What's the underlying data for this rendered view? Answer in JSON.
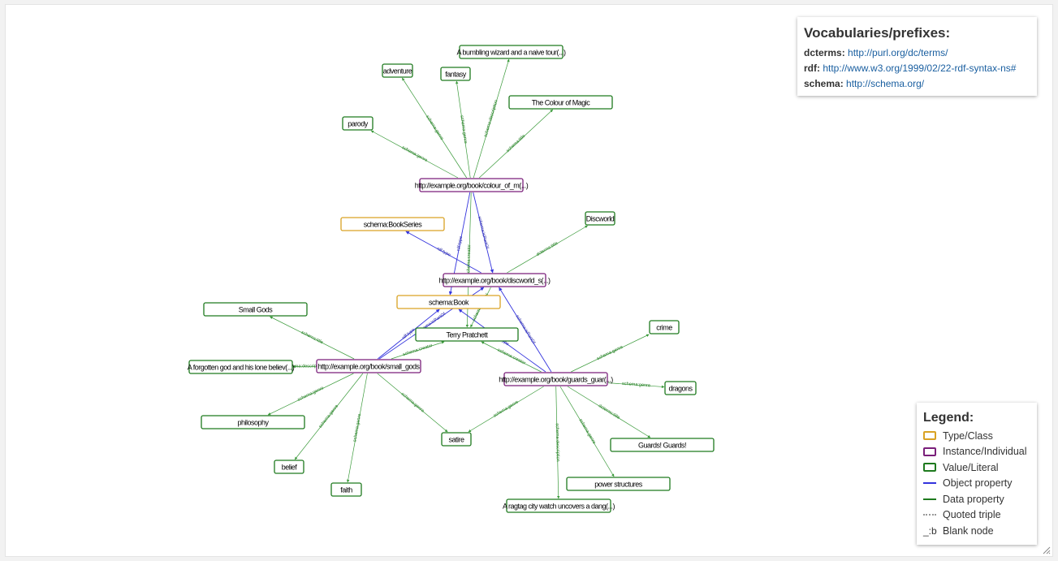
{
  "colors": {
    "type_class": "#d9a224",
    "instance": "#7a1f7a",
    "literal": "#1e7a1e",
    "object_property": "#3333dd",
    "data_property": "#3a9a3a",
    "data_label": "#1e7a1e",
    "object_label": "#3333aa"
  },
  "vocab": {
    "title": "Vocabularies/prefixes:",
    "prefixes": [
      {
        "prefix": "dcterms:",
        "uri": "http://purl.org/dc/terms/"
      },
      {
        "prefix": "rdf:",
        "uri": "http://www.w3.org/1999/02/22-rdf-syntax-ns#"
      },
      {
        "prefix": "schema:",
        "uri": "http://schema.org/"
      }
    ]
  },
  "legend": {
    "title": "Legend:",
    "items": [
      {
        "kind": "type",
        "label": "Type/Class"
      },
      {
        "kind": "instance",
        "label": "Instance/Individual"
      },
      {
        "kind": "literal",
        "label": "Value/Literal"
      },
      {
        "kind": "object",
        "label": "Object property"
      },
      {
        "kind": "data",
        "label": "Data property"
      },
      {
        "kind": "quoted",
        "label": "Quoted triple"
      },
      {
        "kind": "blank",
        "symbol": "_:b",
        "label": "Blank node"
      }
    ]
  },
  "graph": {
    "nodes": [
      {
        "id": "colour",
        "label": "http://example.org/book/colour_of_m(...)",
        "kind": "instance"
      },
      {
        "id": "discworld",
        "label": "http://example.org/book/discworld_s(...)",
        "kind": "instance"
      },
      {
        "id": "smallgods",
        "label": "http://example.org/book/small_gods",
        "kind": "instance"
      },
      {
        "id": "guards",
        "label": "http://example.org/book/guards_guar(...)",
        "kind": "instance"
      },
      {
        "id": "bookseries",
        "label": "schema:BookSeries",
        "kind": "type"
      },
      {
        "id": "book",
        "label": "schema:Book",
        "kind": "type"
      },
      {
        "id": "terry",
        "label": "Terry Pratchett",
        "kind": "literal"
      },
      {
        "id": "bumbling",
        "label": "A bumbling wizard and a naive tour(...)",
        "kind": "literal"
      },
      {
        "id": "adventure",
        "label": "adventure",
        "kind": "literal"
      },
      {
        "id": "fantasy",
        "label": "fantasy",
        "kind": "literal"
      },
      {
        "id": "colourtitle",
        "label": "The Colour of Magic",
        "kind": "literal"
      },
      {
        "id": "parody",
        "label": "parody",
        "kind": "literal"
      },
      {
        "id": "discworldtitle",
        "label": "Discworld",
        "kind": "literal"
      },
      {
        "id": "smallgodstitle",
        "label": "Small Gods",
        "kind": "literal"
      },
      {
        "id": "forgotten",
        "label": "A forgotten god and his lone believ(...)",
        "kind": "literal"
      },
      {
        "id": "philosophy",
        "label": "philosophy",
        "kind": "literal"
      },
      {
        "id": "belief",
        "label": "belief",
        "kind": "literal"
      },
      {
        "id": "faith",
        "label": "faith",
        "kind": "literal"
      },
      {
        "id": "satire",
        "label": "satire",
        "kind": "literal"
      },
      {
        "id": "crime",
        "label": "crime",
        "kind": "literal"
      },
      {
        "id": "dragons",
        "label": "dragons",
        "kind": "literal"
      },
      {
        "id": "guardstitle",
        "label": "Guards! Guards!",
        "kind": "literal"
      },
      {
        "id": "power",
        "label": "power structures",
        "kind": "literal"
      },
      {
        "id": "ragtag",
        "label": "A ragtag city watch uncovers a dang(...)",
        "kind": "literal"
      }
    ],
    "edges": [
      {
        "from": "colour",
        "to": "adventure",
        "label": "schema:genre",
        "kind": "data"
      },
      {
        "from": "colour",
        "to": "fantasy",
        "label": "schema:genre",
        "kind": "data"
      },
      {
        "from": "colour",
        "to": "bumbling",
        "label": "schema:description",
        "kind": "data"
      },
      {
        "from": "colour",
        "to": "colourtitle",
        "label": "schema:title",
        "kind": "data"
      },
      {
        "from": "colour",
        "to": "parody",
        "label": "schema:genre",
        "kind": "data"
      },
      {
        "from": "colour",
        "to": "book",
        "label": "rdf:type",
        "kind": "object"
      },
      {
        "from": "colour",
        "to": "discworld",
        "label": "schema:isPartOf",
        "kind": "object"
      },
      {
        "from": "colour",
        "to": "terry",
        "label": "schema:creator",
        "kind": "data"
      },
      {
        "from": "discworld",
        "to": "bookseries",
        "label": "rdf:type",
        "kind": "object"
      },
      {
        "from": "discworld",
        "to": "discworldtitle",
        "label": "dcterms:title",
        "kind": "data"
      },
      {
        "from": "discworld",
        "to": "terry",
        "label": "schema:creator",
        "kind": "data"
      },
      {
        "from": "smallgods",
        "to": "smallgodstitle",
        "label": "schema:title",
        "kind": "data"
      },
      {
        "from": "smallgods",
        "to": "forgotten",
        "label": "schema:description",
        "kind": "data"
      },
      {
        "from": "smallgods",
        "to": "philosophy",
        "label": "schema:genre",
        "kind": "data"
      },
      {
        "from": "smallgods",
        "to": "belief",
        "label": "schema:genre",
        "kind": "data"
      },
      {
        "from": "smallgods",
        "to": "faith",
        "label": "schema:genre",
        "kind": "data"
      },
      {
        "from": "smallgods",
        "to": "satire",
        "label": "schema:genre",
        "kind": "data"
      },
      {
        "from": "smallgods",
        "to": "terry",
        "label": "schema:creator",
        "kind": "data"
      },
      {
        "from": "smallgods",
        "to": "book",
        "label": "rdf:type",
        "kind": "object"
      },
      {
        "from": "smallgods",
        "to": "discworld",
        "label": "schema:isPartOf",
        "kind": "object"
      },
      {
        "from": "guards",
        "to": "crime",
        "label": "schema:genre",
        "kind": "data"
      },
      {
        "from": "guards",
        "to": "dragons",
        "label": "schema:genre",
        "kind": "data"
      },
      {
        "from": "guards",
        "to": "guardstitle",
        "label": "dcterms:title",
        "kind": "data"
      },
      {
        "from": "guards",
        "to": "power",
        "label": "schema:genre",
        "kind": "data"
      },
      {
        "from": "guards",
        "to": "ragtag",
        "label": "schema:description",
        "kind": "data"
      },
      {
        "from": "guards",
        "to": "satire",
        "label": "schema:genre",
        "kind": "data"
      },
      {
        "from": "guards",
        "to": "terry",
        "label": "schema:creator",
        "kind": "data"
      },
      {
        "from": "guards",
        "to": "book",
        "label": "rdf:type",
        "kind": "object"
      },
      {
        "from": "guards",
        "to": "discworld",
        "label": "schema:isPartOf",
        "kind": "object"
      }
    ]
  }
}
